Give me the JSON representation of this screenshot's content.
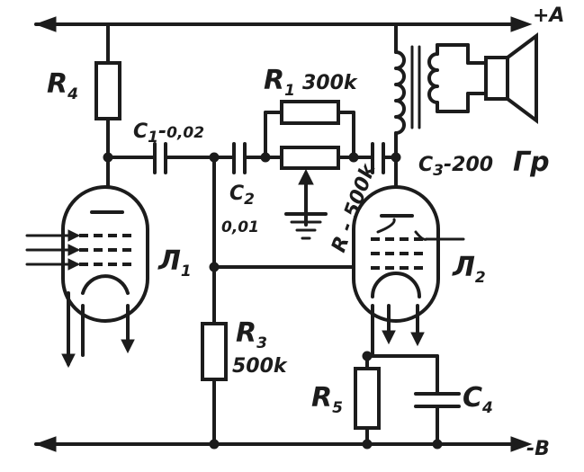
{
  "rails": {
    "positive": "+A",
    "negative": "-B"
  },
  "components": {
    "R4": {
      "ref_main": "R",
      "ref_sub": "4"
    },
    "C1": {
      "ref_main": "C",
      "ref_sub": "1",
      "value": "0,02"
    },
    "C2": {
      "ref_main": "C",
      "ref_sub": "2",
      "value": "0,01"
    },
    "R1": {
      "ref_main": "R",
      "ref_sub": "1",
      "value": "300k"
    },
    "R2": {
      "ref": "R",
      "value": "500k"
    },
    "C3": {
      "ref_main": "C",
      "ref_sub": "3",
      "value": "200"
    },
    "R3": {
      "ref_main": "R",
      "ref_sub": "3",
      "value": "500k"
    },
    "R5": {
      "ref_main": "R",
      "ref_sub": "5"
    },
    "C4": {
      "ref_main": "C",
      "ref_sub": "4"
    },
    "L1": {
      "ref_main": "Л",
      "ref_sub": "1"
    },
    "L2": {
      "ref_main": "Л",
      "ref_sub": "2"
    },
    "speaker": {
      "ref": "Гр"
    }
  }
}
